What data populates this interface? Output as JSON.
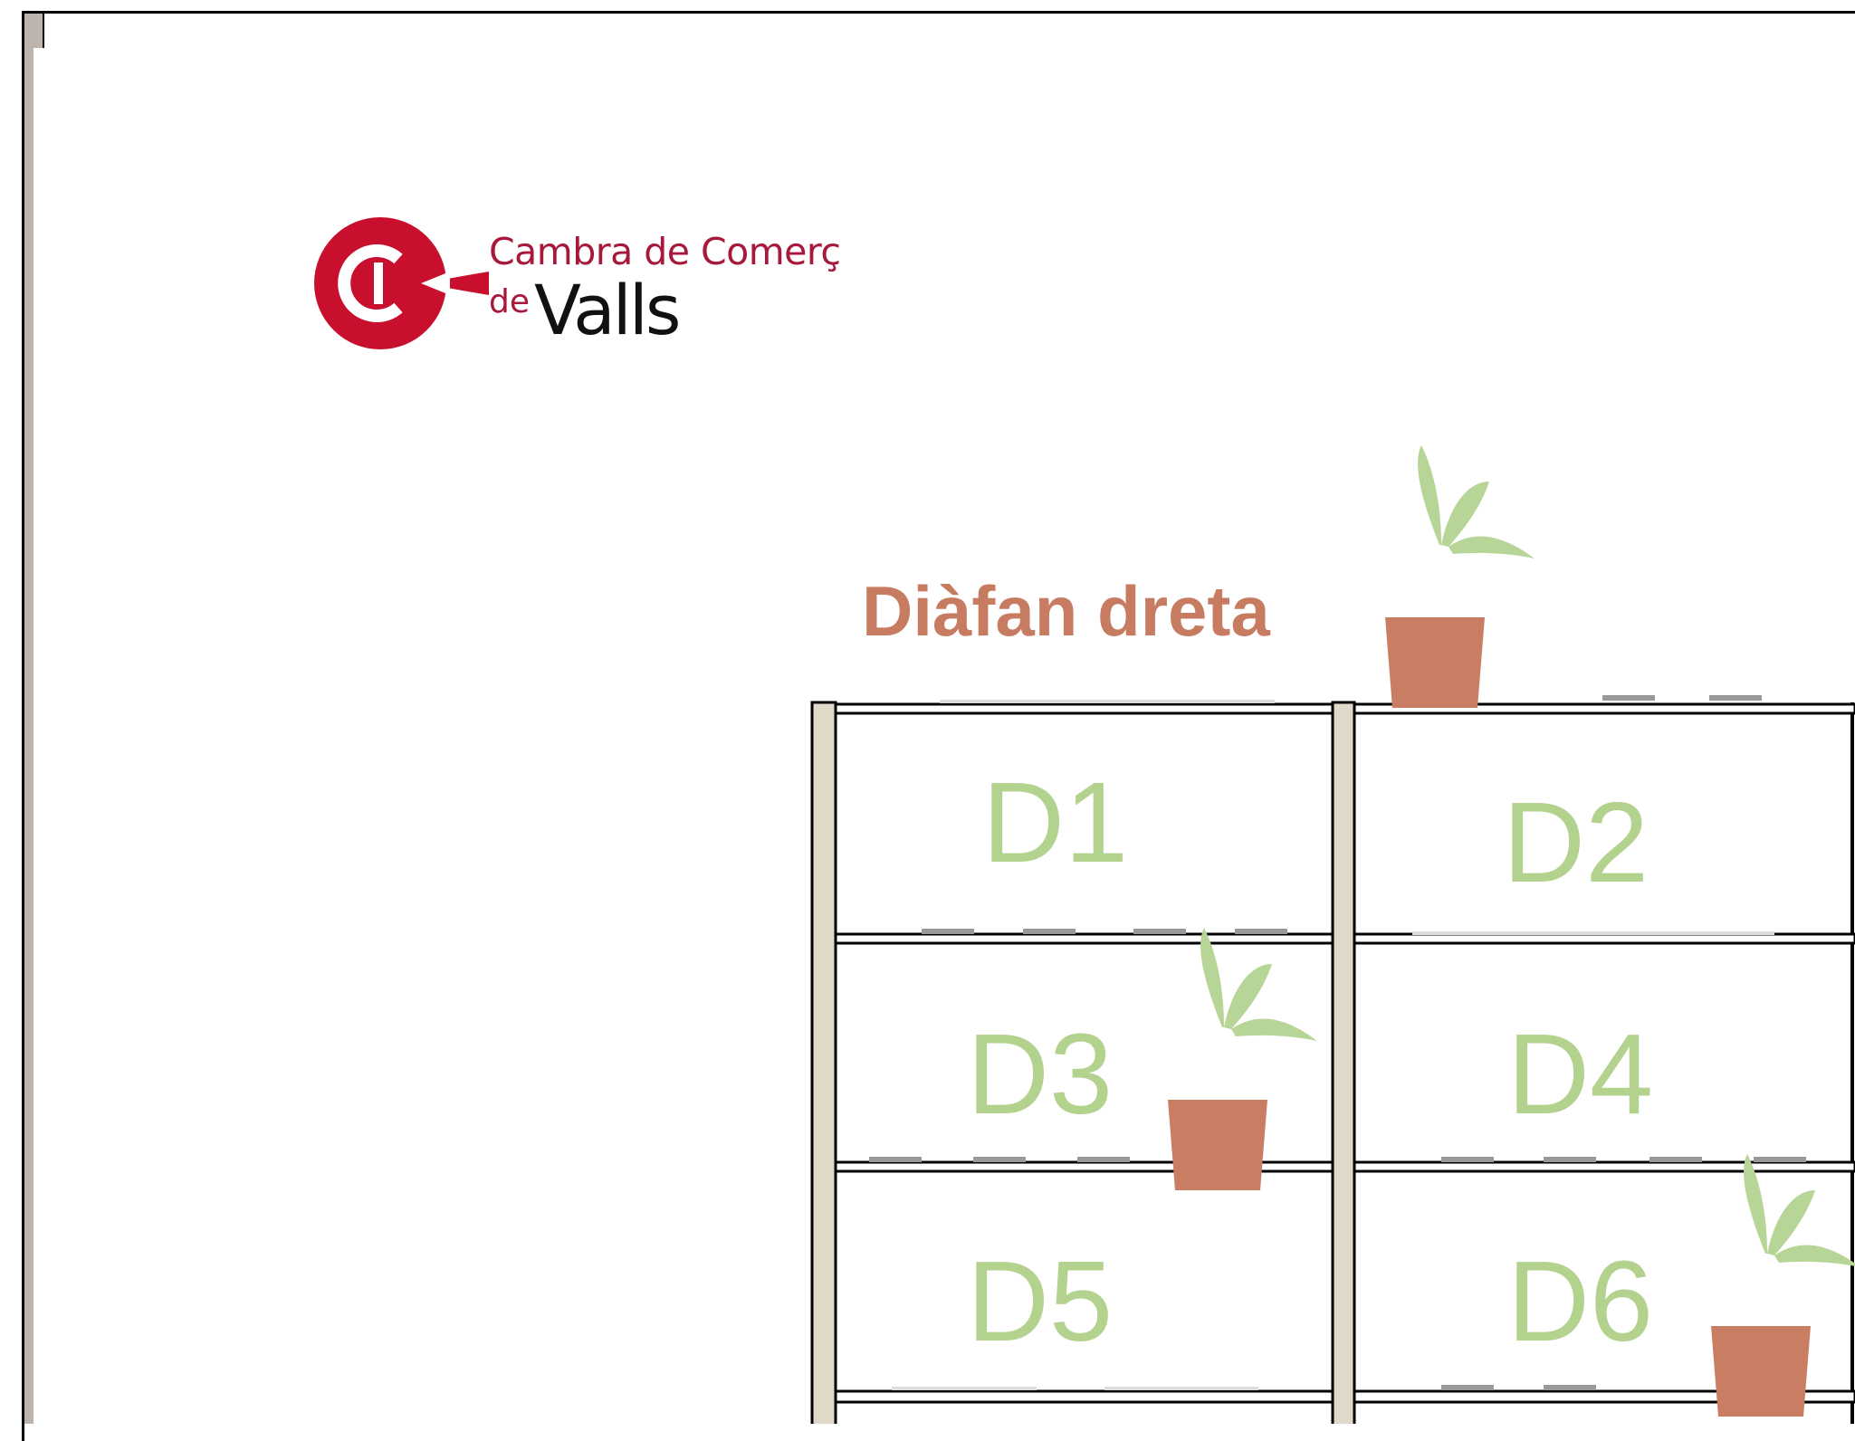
{
  "logo": {
    "line1": "Cambra de Comerç",
    "line2_prefix": "de",
    "line2_main": "Valls",
    "brand_color": "#a8183b"
  },
  "diagram": {
    "title": "Diàfan dreta",
    "title_color": "#c77c62",
    "label_color": "#b2d28d",
    "cells": [
      "D1",
      "D2",
      "D3",
      "D4",
      "D5",
      "D6"
    ],
    "decor": [
      "plant-pot-icon"
    ]
  }
}
